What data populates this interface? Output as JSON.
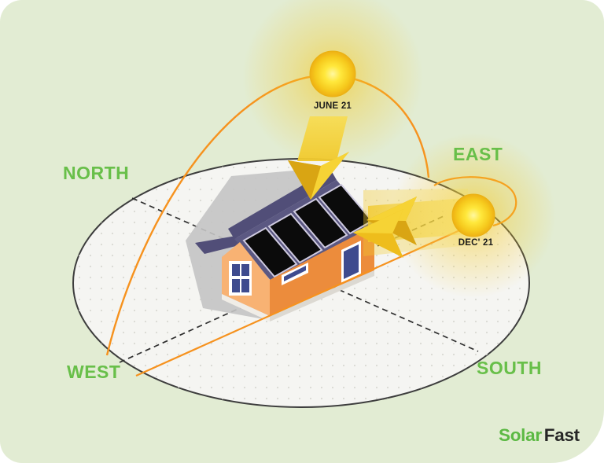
{
  "page": {
    "canvas_bg": "#ffffff",
    "card_bg": "#e2ecd3"
  },
  "compass": {
    "color": "#68bf49",
    "north": "NORTH",
    "east": "EAST",
    "south": "SOUTH",
    "west": "WEST"
  },
  "suns": {
    "june": {
      "label": "JUNE 21"
    },
    "december": {
      "label": "DEC' 21"
    },
    "label_color": "#1b1b1b",
    "sun_path_color": "#f6921e"
  },
  "ground": {
    "fill": "#f5f5f2",
    "outline": "#3d3d3d",
    "dashed_line_color": "#2f2f2f"
  },
  "house": {
    "roof_color": "#5b5882",
    "roof_edge_color": "#514e78",
    "panel_color": "#0b0b0b",
    "panel_frame_color": "#cfcbe0",
    "wall_front_color": "#f8b273",
    "wall_side_color": "#ec8c3c",
    "window_color": "#3e4b8e",
    "shadow_color": "#c4c4c4",
    "panel_count": 4
  },
  "arrows": {
    "color_dark": "#d9a513",
    "color_mid": "#eebd1c",
    "color_bright": "#f6d335",
    "beam_color": "#f2ce3a"
  },
  "logo": {
    "solar": "Solar",
    "fast": "Fast",
    "solar_color": "#5cb944",
    "fast_color": "#262626"
  }
}
